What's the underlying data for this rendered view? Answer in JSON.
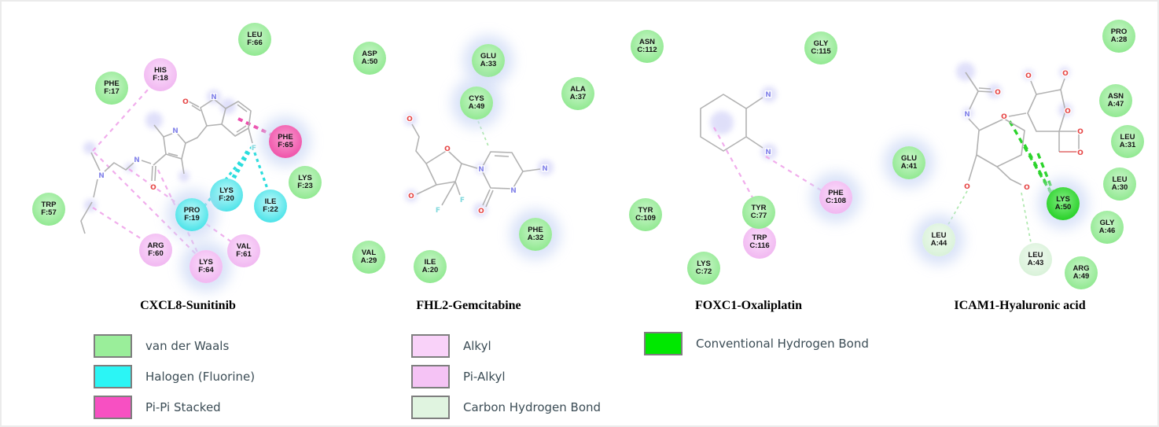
{
  "figure": {
    "panels": [
      {
        "title": "CXCL8-Sunitinib",
        "residues": [
          {
            "name": "LEU",
            "pos": "F:66",
            "type": "van-der-waals"
          },
          {
            "name": "HIS",
            "pos": "F:18",
            "type": "alkyl"
          },
          {
            "name": "PHE",
            "pos": "F:17",
            "type": "van-der-waals"
          },
          {
            "name": "PHE",
            "pos": "F:65",
            "type": "pi-pi-stacked"
          },
          {
            "name": "LYS",
            "pos": "F:23",
            "type": "van-der-waals"
          },
          {
            "name": "TRP",
            "pos": "F:57",
            "type": "van-der-waals"
          },
          {
            "name": "LYS",
            "pos": "F:20",
            "type": "halogen-fluorine"
          },
          {
            "name": "ILE",
            "pos": "F:22",
            "type": "halogen-fluorine"
          },
          {
            "name": "PRO",
            "pos": "F:19",
            "type": "halogen-fluorine"
          },
          {
            "name": "ARG",
            "pos": "F:60",
            "type": "alkyl"
          },
          {
            "name": "LYS",
            "pos": "F:64",
            "type": "alkyl"
          },
          {
            "name": "VAL",
            "pos": "F:61",
            "type": "alkyl"
          }
        ]
      },
      {
        "title": "FHL2-Gemcitabine",
        "residues": [
          {
            "name": "ASP",
            "pos": "A:50",
            "type": "van-der-waals"
          },
          {
            "name": "GLU",
            "pos": "A:33",
            "type": "van-der-waals"
          },
          {
            "name": "CYS",
            "pos": "A:49",
            "type": "van-der-waals"
          },
          {
            "name": "ALA",
            "pos": "A:37",
            "type": "van-der-waals"
          },
          {
            "name": "PHE",
            "pos": "A:32",
            "type": "van-der-waals"
          },
          {
            "name": "VAL",
            "pos": "A:29",
            "type": "van-der-waals"
          },
          {
            "name": "ILE",
            "pos": "A:20",
            "type": "van-der-waals"
          }
        ]
      },
      {
        "title": "FOXC1-Oxaliplatin",
        "residues": [
          {
            "name": "ASN",
            "pos": "C:112",
            "type": "van-der-waals"
          },
          {
            "name": "GLY",
            "pos": "C:115",
            "type": "van-der-waals"
          },
          {
            "name": "TYR",
            "pos": "C:109",
            "type": "van-der-waals"
          },
          {
            "name": "TRP",
            "pos": "C:116",
            "type": "alkyl"
          },
          {
            "name": "TYR",
            "pos": "C:77",
            "type": "van-der-waals"
          },
          {
            "name": "PHE",
            "pos": "C:108",
            "type": "alkyl"
          },
          {
            "name": "LYS",
            "pos": "C:72",
            "type": "van-der-waals"
          }
        ]
      },
      {
        "title": "ICAM1-Hyaluronic acid",
        "residues": [
          {
            "name": "PRO",
            "pos": "A:28",
            "type": "van-der-waals"
          },
          {
            "name": "ASN",
            "pos": "A:47",
            "type": "van-der-waals"
          },
          {
            "name": "LEU",
            "pos": "A:31",
            "type": "van-der-waals"
          },
          {
            "name": "GLU",
            "pos": "A:41",
            "type": "van-der-waals"
          },
          {
            "name": "LEU",
            "pos": "A:30",
            "type": "van-der-waals"
          },
          {
            "name": "LYS",
            "pos": "A:50",
            "type": "conventional-hydrogen-bond"
          },
          {
            "name": "GLY",
            "pos": "A:46",
            "type": "van-der-waals"
          },
          {
            "name": "LEU",
            "pos": "A:44",
            "type": "carbon-hydrogen-bond"
          },
          {
            "name": "LEU",
            "pos": "A:43",
            "type": "carbon-hydrogen-bond"
          },
          {
            "name": "ARG",
            "pos": "A:49",
            "type": "van-der-waals"
          }
        ]
      }
    ],
    "legends": [
      {
        "items": [
          {
            "label": "van der Waals",
            "color": "#9aee9a"
          },
          {
            "label": "Halogen (Fluorine)",
            "color": "#2bf5f5"
          },
          {
            "label": "Pi-Pi Stacked",
            "color": "#f750c2"
          }
        ]
      },
      {
        "items": [
          {
            "label": "Alkyl",
            "color": "#f9d2f9"
          },
          {
            "label": "Pi-Alkyl",
            "color": "#f5c3f5"
          },
          {
            "label": "Carbon Hydrogen Bond",
            "color": "#e0f4e0"
          }
        ]
      },
      {
        "items": [
          {
            "label": "Conventional Hydrogen Bond",
            "color": "#00e800"
          }
        ]
      }
    ]
  }
}
